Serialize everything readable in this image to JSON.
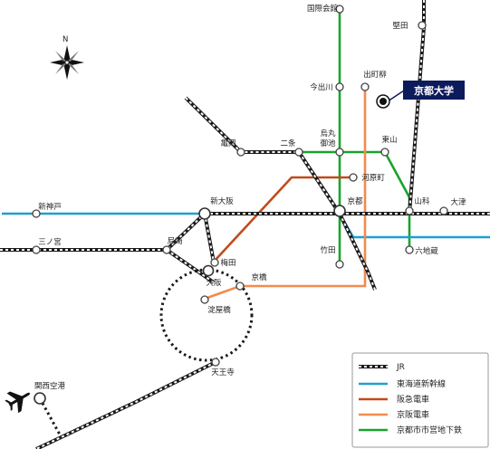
{
  "university": {
    "label": "京都大学"
  },
  "compass": {
    "north_label": "N"
  },
  "stations": {
    "kokusai_kaikan": "国際会館",
    "katata": "堅田",
    "imadegawa": "今出川",
    "demachiyanagi": "出町柳",
    "kameoka": "亀岡",
    "nijo": "二条",
    "karasuma_oike_1": "烏丸",
    "karasuma_oike_2": "御池",
    "higashiyama": "東山",
    "kawaramachi": "河原町",
    "shin_kobe": "新神戸",
    "shin_osaka": "新大阪",
    "kyoto": "京都",
    "yamashina": "山科",
    "otsu": "大津",
    "sannomiya": "三ノ宮",
    "amagasaki": "尼崎",
    "takeda": "竹田",
    "rokujizo": "六地蔵",
    "umeda": "梅田",
    "osaka": "大阪",
    "kyobashi": "京橋",
    "yodoyabashi": "淀屋橋",
    "tennoji": "天王寺",
    "kansai_airport": "関西空港"
  },
  "legend": {
    "items": [
      {
        "label": "JR",
        "color": "#1a1a1a",
        "style": "dashed"
      },
      {
        "label": "東海道新幹線",
        "color": "#1f9fcf",
        "style": "solid"
      },
      {
        "label": "阪急電車",
        "color": "#c24a1c",
        "style": "solid"
      },
      {
        "label": "京阪電車",
        "color": "#f28a4e",
        "style": "solid"
      },
      {
        "label": "京都市市営地下鉄",
        "color": "#1aa32e",
        "style": "solid"
      }
    ]
  },
  "colors": {
    "jr": "#1a1a1a",
    "shinkansen": "#1f9fcf",
    "hankyu": "#c24a1c",
    "keihan": "#f28a4e",
    "subway": "#1aa32e",
    "university_label_bg": "#0d1a5c"
  }
}
